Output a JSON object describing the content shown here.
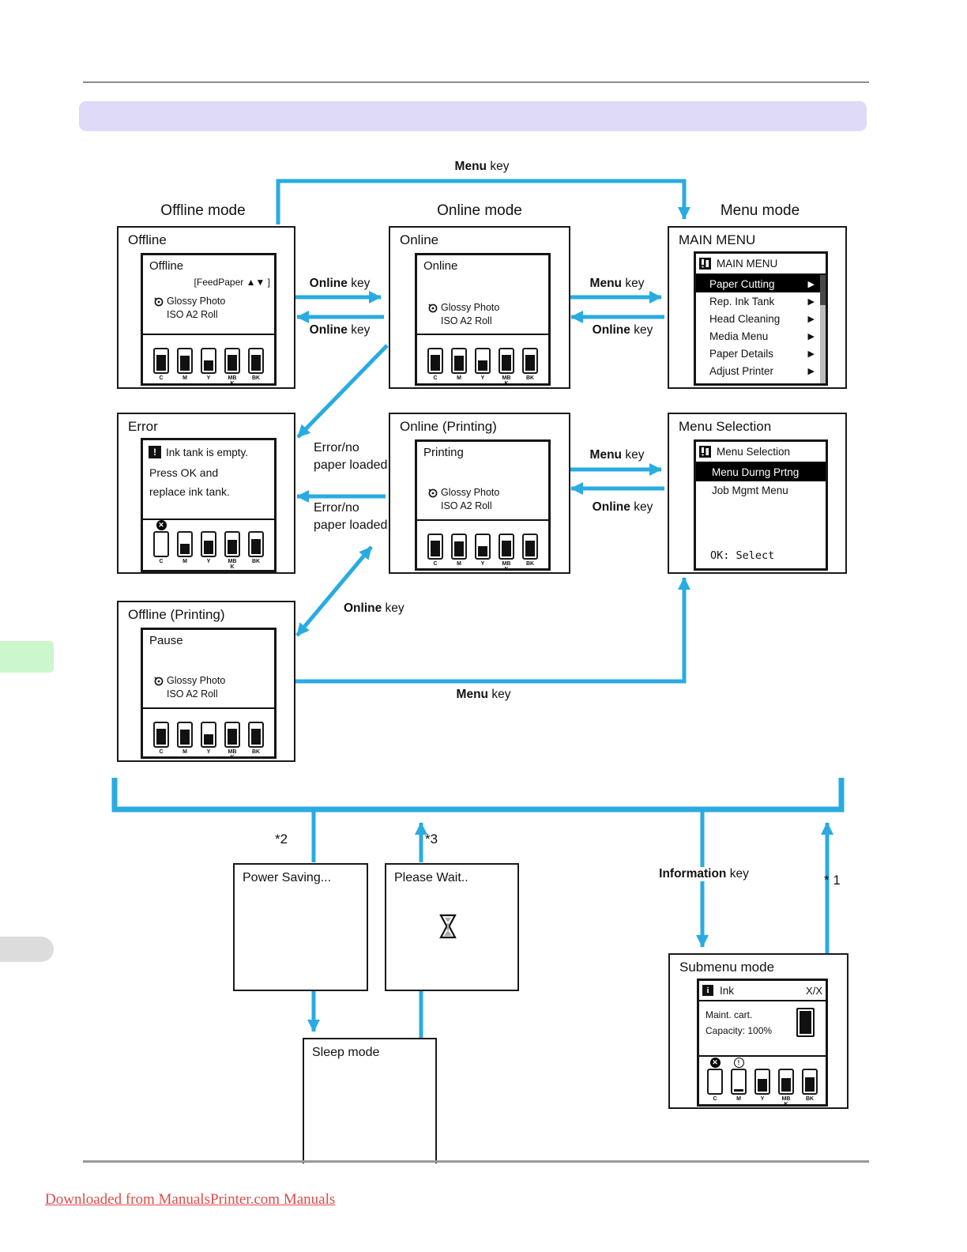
{
  "page": {
    "footer_link": "Downloaded from ManualsPrinter.com Manuals"
  },
  "mode_headers": {
    "offline": "Offline mode",
    "online": "Online mode",
    "menu": "Menu mode"
  },
  "arrow_labels": {
    "menu_top": {
      "bold": "Menu",
      "rest": " key"
    },
    "online_1": {
      "bold": "Online",
      "rest": " key"
    },
    "online_2": {
      "bold": "Online",
      "rest": " key"
    },
    "menu_1": {
      "bold": "Menu",
      "rest": " key"
    },
    "online_3": {
      "bold": "Online",
      "rest": " key"
    },
    "error_1": {
      "line1": "Error/no",
      "line2": "paper loaded"
    },
    "error_2": {
      "line1": "Error/no",
      "line2": "paper loaded"
    },
    "menu_2": {
      "bold": "Menu",
      "rest": " key"
    },
    "online_4": {
      "bold": "Online",
      "rest": " key"
    },
    "online_diag": {
      "bold": "Online",
      "rest": " key"
    },
    "menu_long": {
      "bold": "Menu",
      "rest": " key"
    },
    "information": {
      "bold": "Information",
      "rest": " key"
    },
    "star1": "* 1",
    "star2": "*2",
    "star3": "*3"
  },
  "screens": {
    "offline": {
      "title": "Offline",
      "line1": "Offline",
      "feed": "[FeedPaper ▲▼ ]",
      "media1": "Glossy Photo",
      "media2": "ISO A2 Roll"
    },
    "online": {
      "title": "Online",
      "line1": "Online",
      "media1": "Glossy Photo",
      "media2": "ISO A2 Roll"
    },
    "main_menu": {
      "title": "MAIN MENU",
      "header": "MAIN MENU",
      "items": [
        {
          "label": "Paper Cutting",
          "selected": true
        },
        {
          "label": "Rep. Ink Tank"
        },
        {
          "label": "Head Cleaning"
        },
        {
          "label": "Media Menu"
        },
        {
          "label": "Paper Details"
        },
        {
          "label": "Adjust Printer"
        }
      ]
    },
    "error": {
      "title": "Error",
      "line1": "Ink tank is empty.",
      "line2": "Press OK and",
      "line3": "replace ink tank."
    },
    "online_printing": {
      "title": "Online (Printing)",
      "line1": "Printing",
      "media1": "Glossy Photo",
      "media2": "ISO A2 Roll"
    },
    "menu_selection": {
      "title": "Menu Selection",
      "header": "Menu Selection",
      "items": [
        {
          "label": "Menu Durng Prtng",
          "selected": true
        },
        {
          "label": "Job Mgmt Menu"
        }
      ],
      "footer": "OK: Select"
    },
    "offline_printing": {
      "title": "Offline (Printing)",
      "line1": "Pause",
      "media1": "Glossy Photo",
      "media2": "ISO A2 Roll"
    },
    "power_saving": {
      "title": "Power Saving..."
    },
    "please_wait": {
      "title": "Please Wait.."
    },
    "sleep": {
      "title": "Sleep mode"
    },
    "submenu": {
      "title": "Submenu mode",
      "header": "Ink",
      "pages": "X/X",
      "line1": "Maint. cart.",
      "line2": "Capacity: 100%"
    }
  },
  "tank_sets": {
    "normal": [
      {
        "label": "C",
        "fill": 70
      },
      {
        "label": "M",
        "fill": 66
      },
      {
        "label": "Y",
        "fill": 46
      },
      {
        "label": "MBK",
        "fill": 68
      },
      {
        "label": "BK",
        "fill": 70
      }
    ],
    "error": [
      {
        "label": "C",
        "fill": 0,
        "badge": "cross"
      },
      {
        "label": "M",
        "fill": 46
      },
      {
        "label": "Y",
        "fill": 60
      },
      {
        "label": "MBK",
        "fill": 62
      },
      {
        "label": "BK",
        "fill": 66
      }
    ],
    "submenu": [
      {
        "label": "C",
        "fill": 0,
        "badge": "cross"
      },
      {
        "label": "M",
        "fill": 12,
        "badge": "warn"
      },
      {
        "label": "Y",
        "fill": 56
      },
      {
        "label": "MBK",
        "fill": 60
      },
      {
        "label": "BK",
        "fill": 62
      }
    ]
  },
  "icons": {
    "menu_arrow": "▶",
    "error_glyph": "!",
    "info_glyph": "i",
    "cross_glyph": "✕",
    "warn_glyph": "!"
  },
  "colors": {
    "arrow": "#29abe2",
    "header_bar": "#dedaf7",
    "green_tab": "#ccf6cc",
    "gray_tab": "#dcdcdc",
    "link": "#e04a4a"
  }
}
